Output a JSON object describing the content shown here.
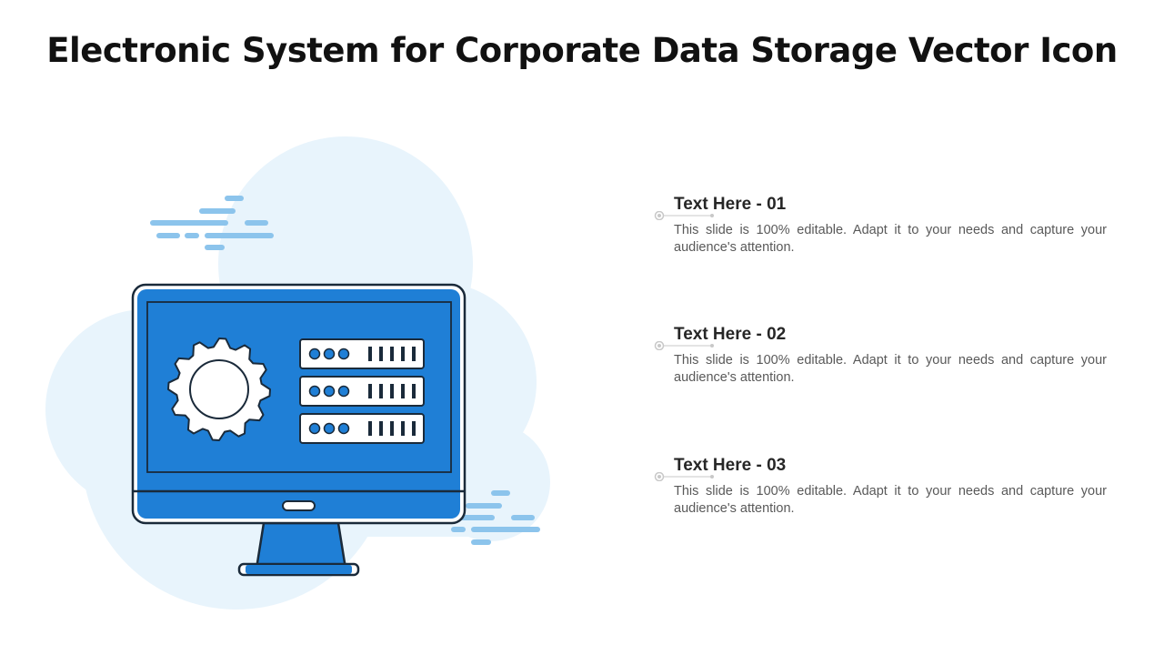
{
  "slide": {
    "title": "Electronic System for Corporate Data Storage Vector Icon"
  },
  "items": [
    {
      "heading": "Text Here - 01",
      "description": "This slide is 100% editable. Adapt it to your needs and capture your audience's attention."
    },
    {
      "heading": "Text Here - 02",
      "description": "This slide is 100% editable. Adapt it to your needs and capture your audience's attention."
    },
    {
      "heading": "Text Here - 03",
      "description": "This slide is 100% editable. Adapt it to your needs and capture your audience's attention."
    }
  ],
  "colors": {
    "cloud": "#e8f4fc",
    "screen_blue": "#1f7fd6",
    "outline": "#1a2a3a",
    "accent_lines": "#8cc4ec",
    "marker": "#c8c8c8",
    "heading": "#262626",
    "body_text": "#595959"
  },
  "icons": {
    "illustration": "computer-monitor-with-gear-and-server-racks"
  }
}
